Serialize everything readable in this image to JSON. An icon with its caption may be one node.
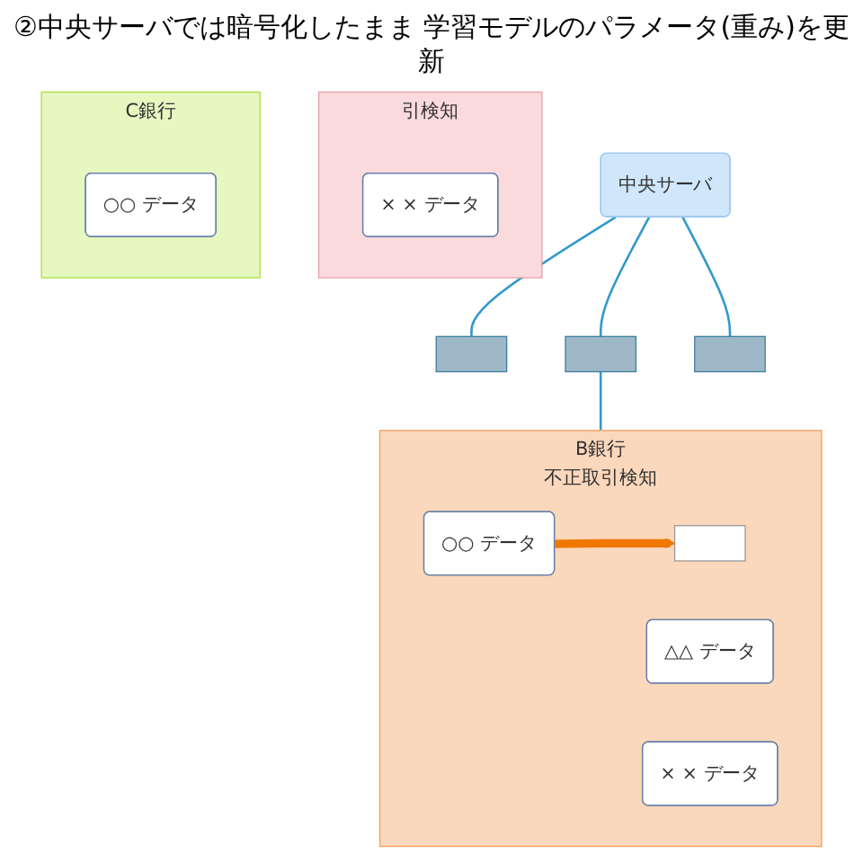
{
  "diagram": {
    "title": "②中央サーバでは暗号化したまま 学習モデルのパラメータ(重み)を更新",
    "nodes": [
      {
        "text": [
          "中央サーバ"
        ]
      },
      {
        "text": [],
        "shape": "box"
      },
      {
        "text": [],
        "shape": "box"
      },
      {
        "text": [],
        "shape": "box"
      },
      {
        "text": [
          "引検知"
        ]
      },
      {
        "text": [
          "× × データ"
        ],
        "in": 4
      },
      {
        "text": [
          "B銀行",
          "不正取引検知"
        ]
      },
      {
        "text": [
          "○○ データ"
        ],
        "in": 6
      },
      {
        "text": [
          "△△ データ"
        ],
        "in": 6
      },
      {
        "text": [
          "× × データ"
        ],
        "in": 6
      },
      {
        "text": [],
        "shape": "box",
        "in": 6
      },
      {
        "text": [
          "C銀行"
        ]
      },
      {
        "text": [
          "○○ データ"
        ],
        "in": 11
      }
    ],
    "edges": [
      {
        "from": 0,
        "to": 1,
        "arrow": "none"
      },
      {
        "from": 0,
        "to": 2,
        "arrow": "none"
      },
      {
        "from": 0,
        "to": 3,
        "arrow": "none"
      },
      {
        "from": 2,
        "to": 6,
        "arrow": "none"
      },
      {
        "from": 7,
        "to": 10,
        "arrow": "to",
        "style": "thick",
        "color": "#f07800"
      }
    ]
  }
}
